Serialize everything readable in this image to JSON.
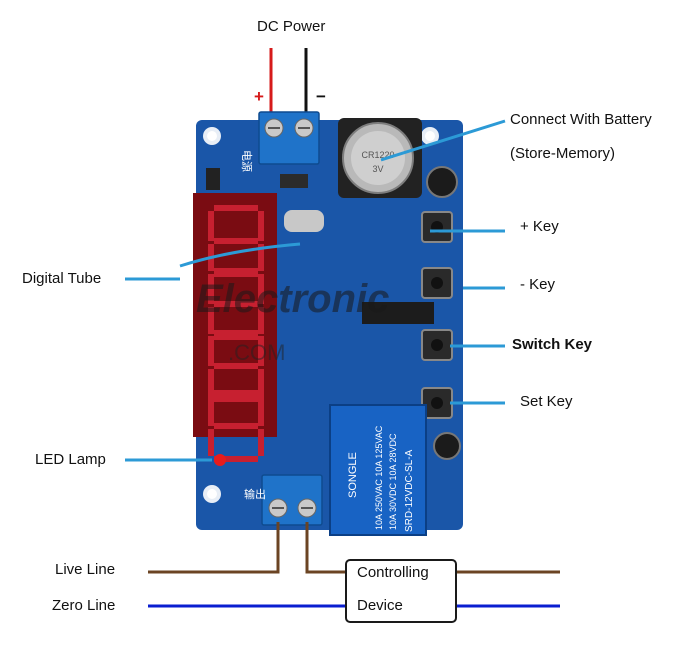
{
  "labels": {
    "dc_power": "DC Power",
    "plus_sign": "+",
    "minus_sign": "−",
    "battery_line1": "Connect With Battery",
    "battery_line2": "(Store-Memory)",
    "plus_key": "+ Key",
    "minus_key": "- Key",
    "switch_key": "Switch Key",
    "set_key": "Set Key",
    "digital_tube": "Digital Tube",
    "led_lamp": "LED Lamp",
    "live_line": "Live Line",
    "zero_line": "Zero Line",
    "controlling_line1": "Controlling",
    "controlling_line2": "Device"
  },
  "board_text": {
    "power_silk": "电源",
    "output_silk": "输出",
    "relay_brand": "SONGLE",
    "relay_model": "SRD-12VDC-SL-A",
    "relay_spec1": "10A 250VAC 10A 125VAC",
    "relay_spec2": "10A 30VDC 10A 28VDC",
    "battery_model": "CR1220",
    "battery_volt": "3V",
    "watermark": "Electronic",
    "watermark_sub": ".COM"
  },
  "colors": {
    "pcb": "#1a56a8",
    "terminal": "#1f73c9",
    "display": "#7a0c12",
    "segment": "#c72030",
    "live_wire": "#6b4423",
    "zero_wire": "#0a1ed0",
    "pointer": "#2c9ad6",
    "red_wire": "#d61a1a",
    "black_wire": "#111111",
    "relay": "#1863c4",
    "led": "#e81c1c"
  }
}
